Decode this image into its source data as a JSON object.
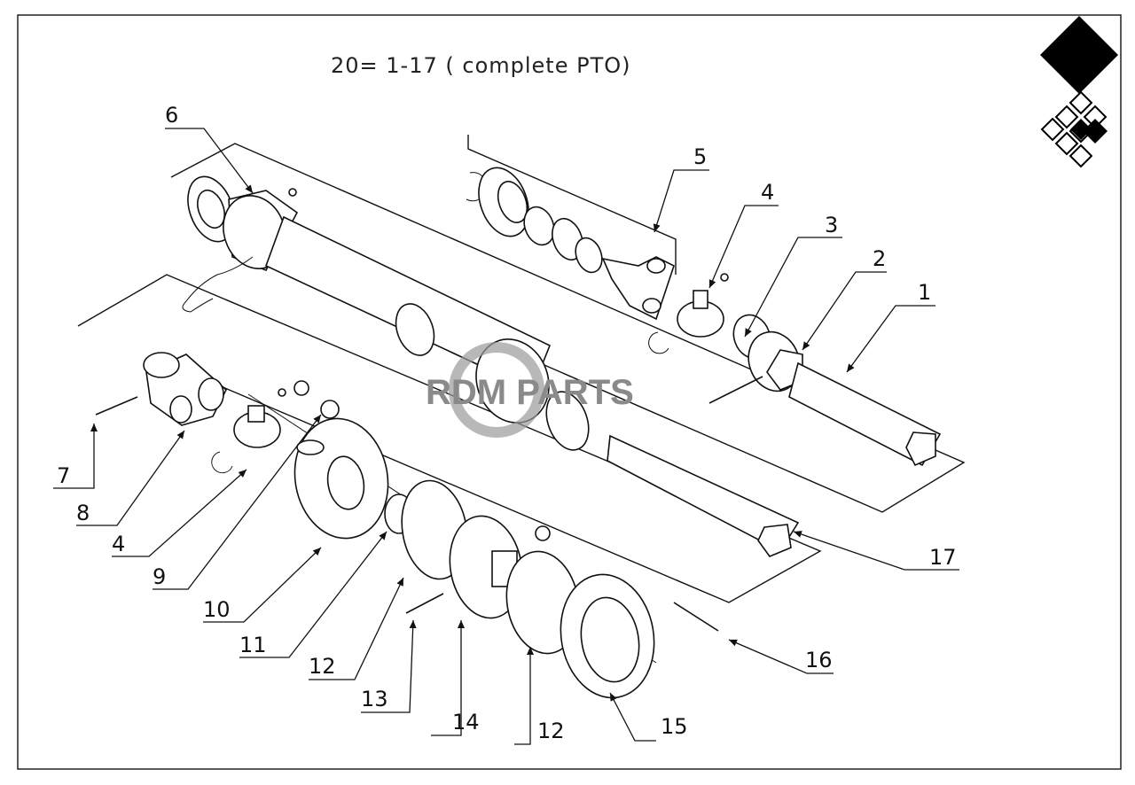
{
  "header": {
    "text": "20= 1-17 ( complete PTO)"
  },
  "watermark": {
    "text": "RDM PARTS",
    "color": "#8a8a8a"
  },
  "callouts": [
    "1",
    "2",
    "3",
    "4",
    "4",
    "5",
    "6",
    "7",
    "8",
    "9",
    "10",
    "11",
    "12",
    "12",
    "13",
    "14",
    "15",
    "16",
    "17"
  ],
  "logo": {
    "name": "rdm-diamond-logo",
    "color": "#000000"
  }
}
